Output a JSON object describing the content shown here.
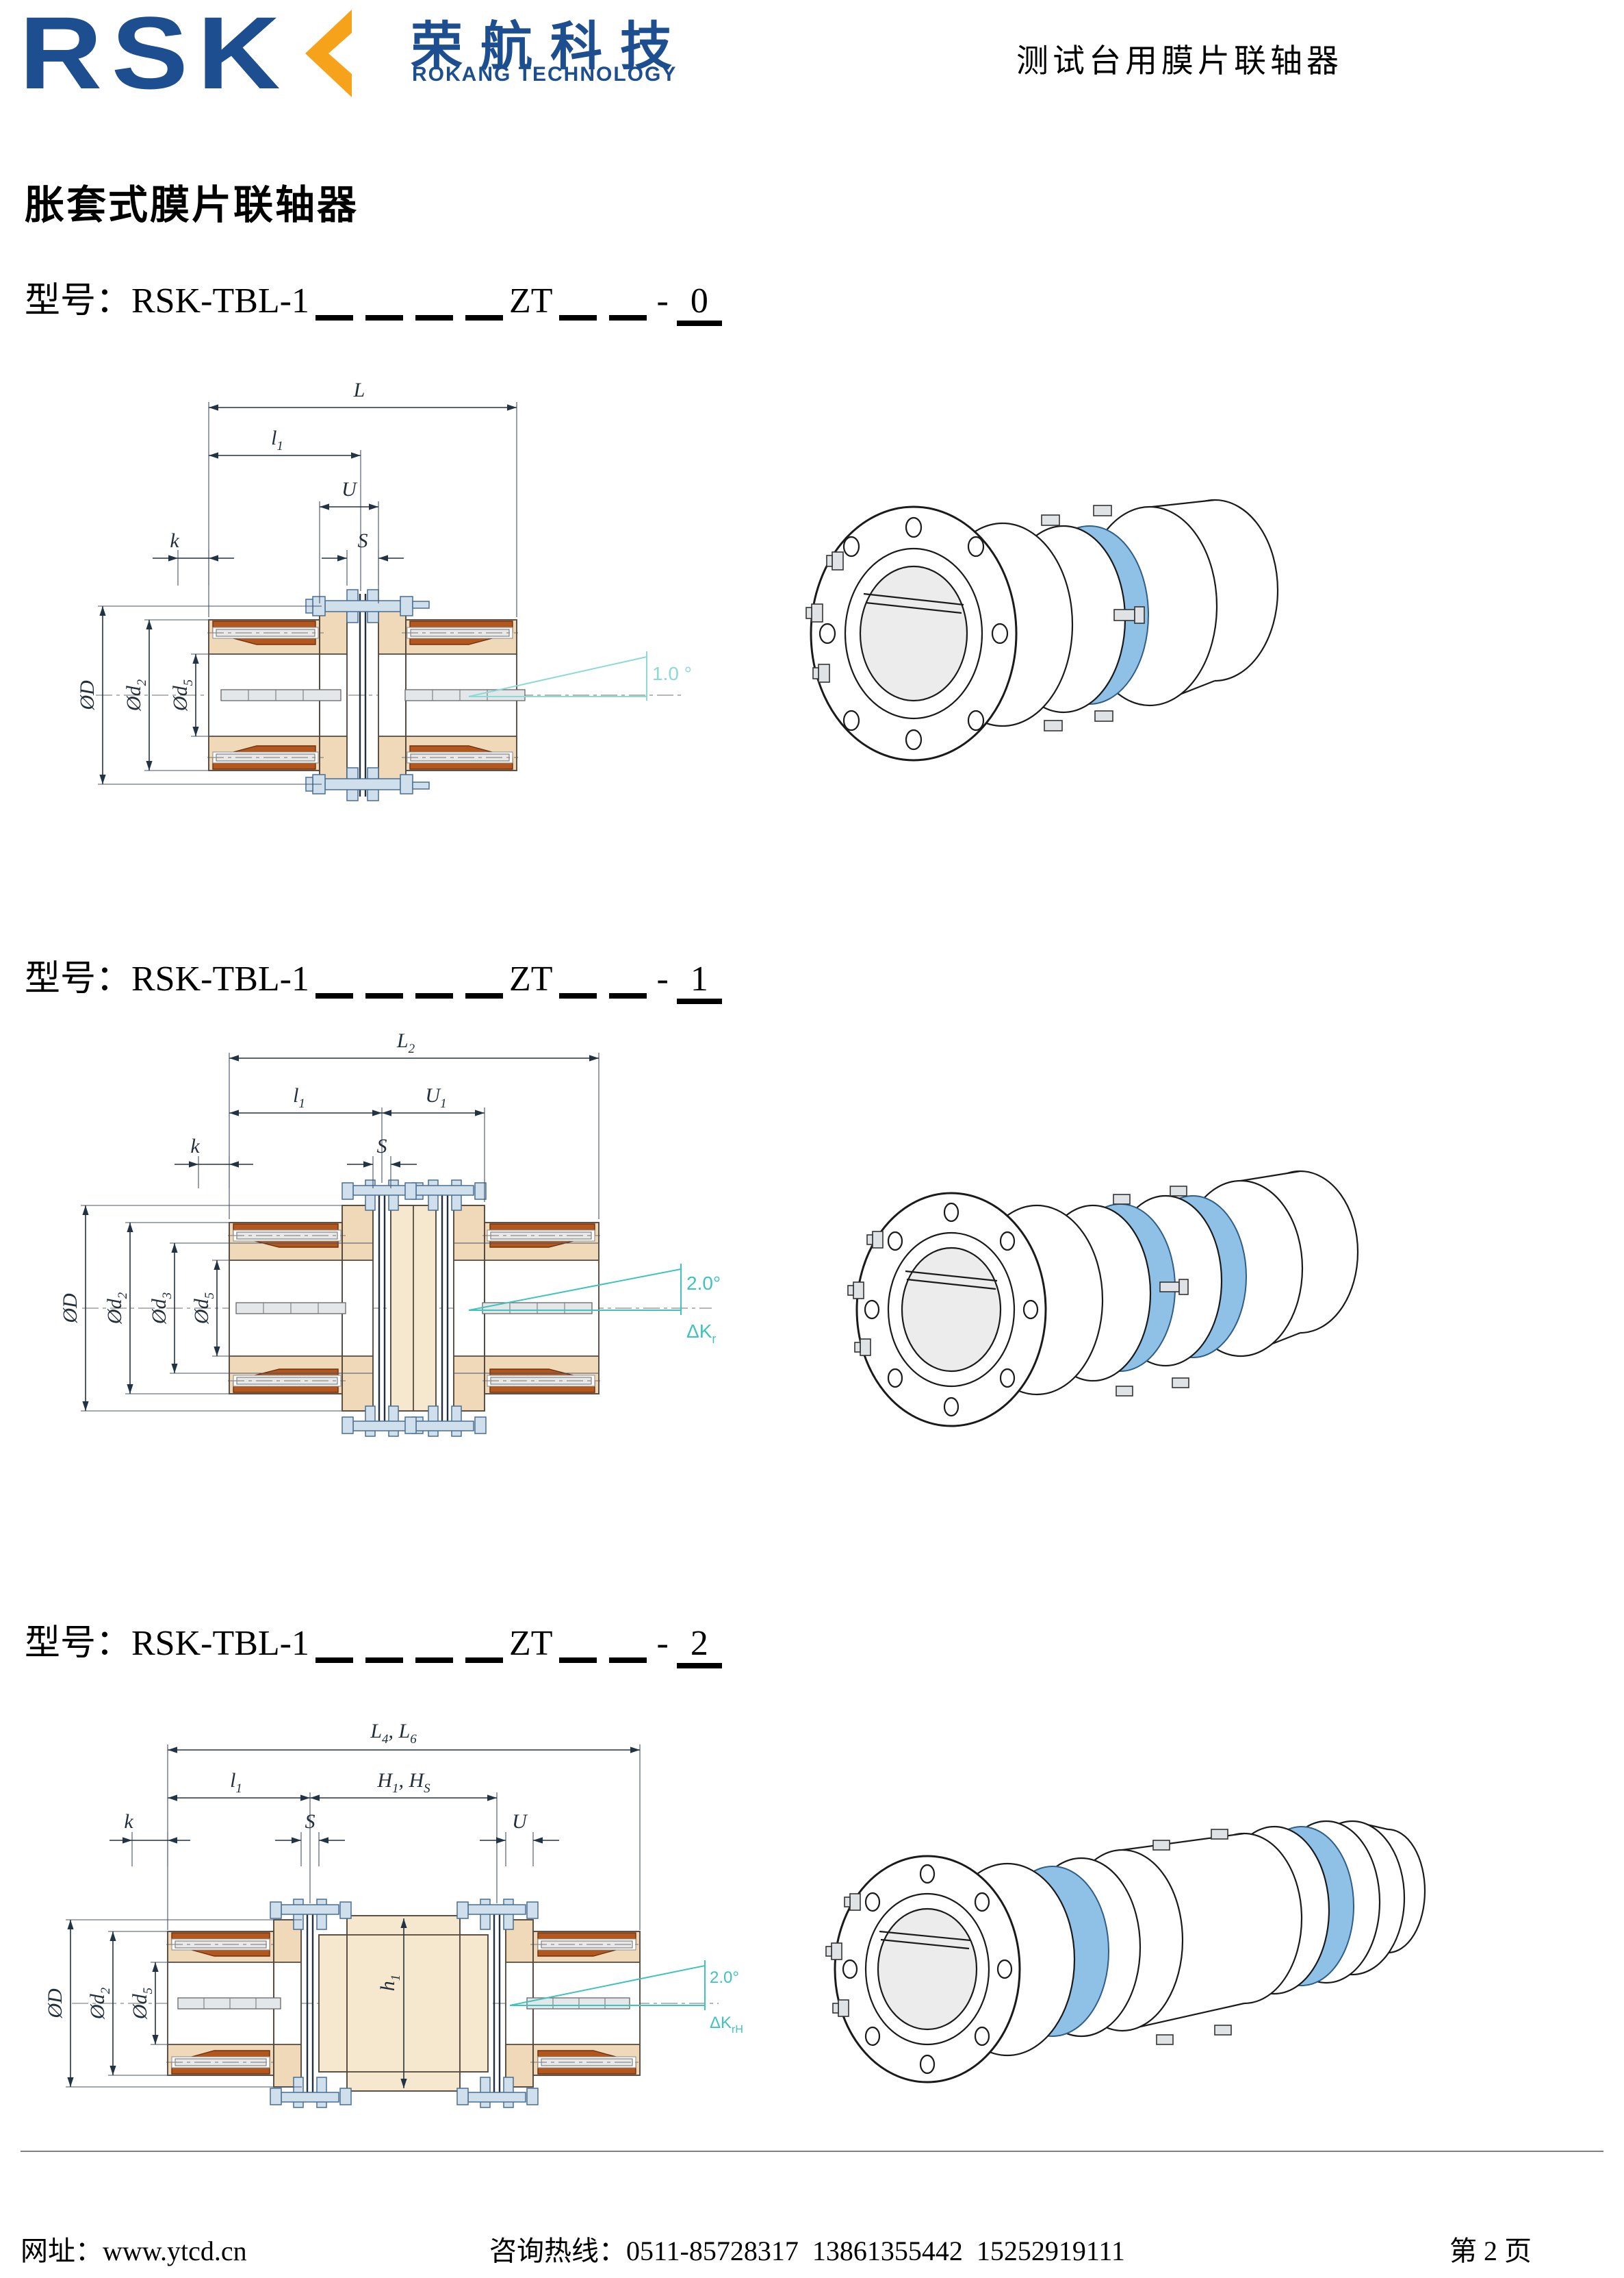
{
  "header": {
    "logo_rsk": "RSK",
    "logo_cn": "荣航科技",
    "logo_en": "ROKANG TECHNOLOGY",
    "doc_title": "测试台用膜片联轴器"
  },
  "page_title": "胀套式膜片联轴器",
  "model_lines": [
    {
      "prefix": "型号：RSK-TBL-1",
      "mid": "ZT",
      "dash": "-",
      "suffix": "0"
    },
    {
      "prefix": "型号：RSK-TBL-1",
      "mid": "ZT",
      "dash": "-",
      "suffix": "1"
    },
    {
      "prefix": "型号：RSK-TBL-1",
      "mid": "ZT",
      "dash": "-",
      "suffix": "2"
    }
  ],
  "drawings": [
    {
      "dims": {
        "L": "L",
        "l": "l",
        "l_sub": "1",
        "U": "U",
        "k": "k",
        "S": "S",
        "D": "ØD",
        "d2": "Ød",
        "d2_sub": "2",
        "d5": "Ød",
        "d5_sub": "5",
        "angle": "1.0 °"
      }
    },
    {
      "dims": {
        "L": "L",
        "L_sub": "2",
        "l": "l",
        "l_sub": "1",
        "U": "U",
        "U_sub": "1",
        "k": "k",
        "S": "S",
        "D": "ØD",
        "d2": "Ød",
        "d2_sub": "2",
        "d3": "Ød",
        "d3_sub": "3",
        "d5": "Ød",
        "d5_sub": "5",
        "angle": "2.0°",
        "dk": "ΔK",
        "dk_sub": "r"
      }
    },
    {
      "dims": {
        "L": "L",
        "L_sub": "4",
        "L2": ", L",
        "L2_sub": "6",
        "l": "l",
        "l_sub": "1",
        "H": "H",
        "H_sub": "1",
        "H2": ", H",
        "H2_sub": "S",
        "k": "k",
        "S": "S",
        "U": "U",
        "h": "h",
        "h_sub": "1",
        "D": "ØD",
        "d2": "Ød",
        "d2_sub": "2",
        "d5": "Ød",
        "d5_sub": "5",
        "angle": "2.0°",
        "dk": "ΔK",
        "dk_sub": "rH"
      }
    }
  ],
  "footer": {
    "website": "网址：www.ytcd.cn",
    "hotline": "咨询热线：0511-85728317  13861355442  15252919111",
    "page_no": "第 2 页"
  },
  "colors": {
    "logo_blue": "#1d4e8f",
    "logo_orange": "#f7a21b",
    "hub_orange": "#b3571d",
    "body_tan": "#f0d9b8",
    "bolt_steel": "#cfdfec",
    "diaphragm_blue": "#8fc1e6",
    "annotation_teal": "#3fc3bc"
  }
}
